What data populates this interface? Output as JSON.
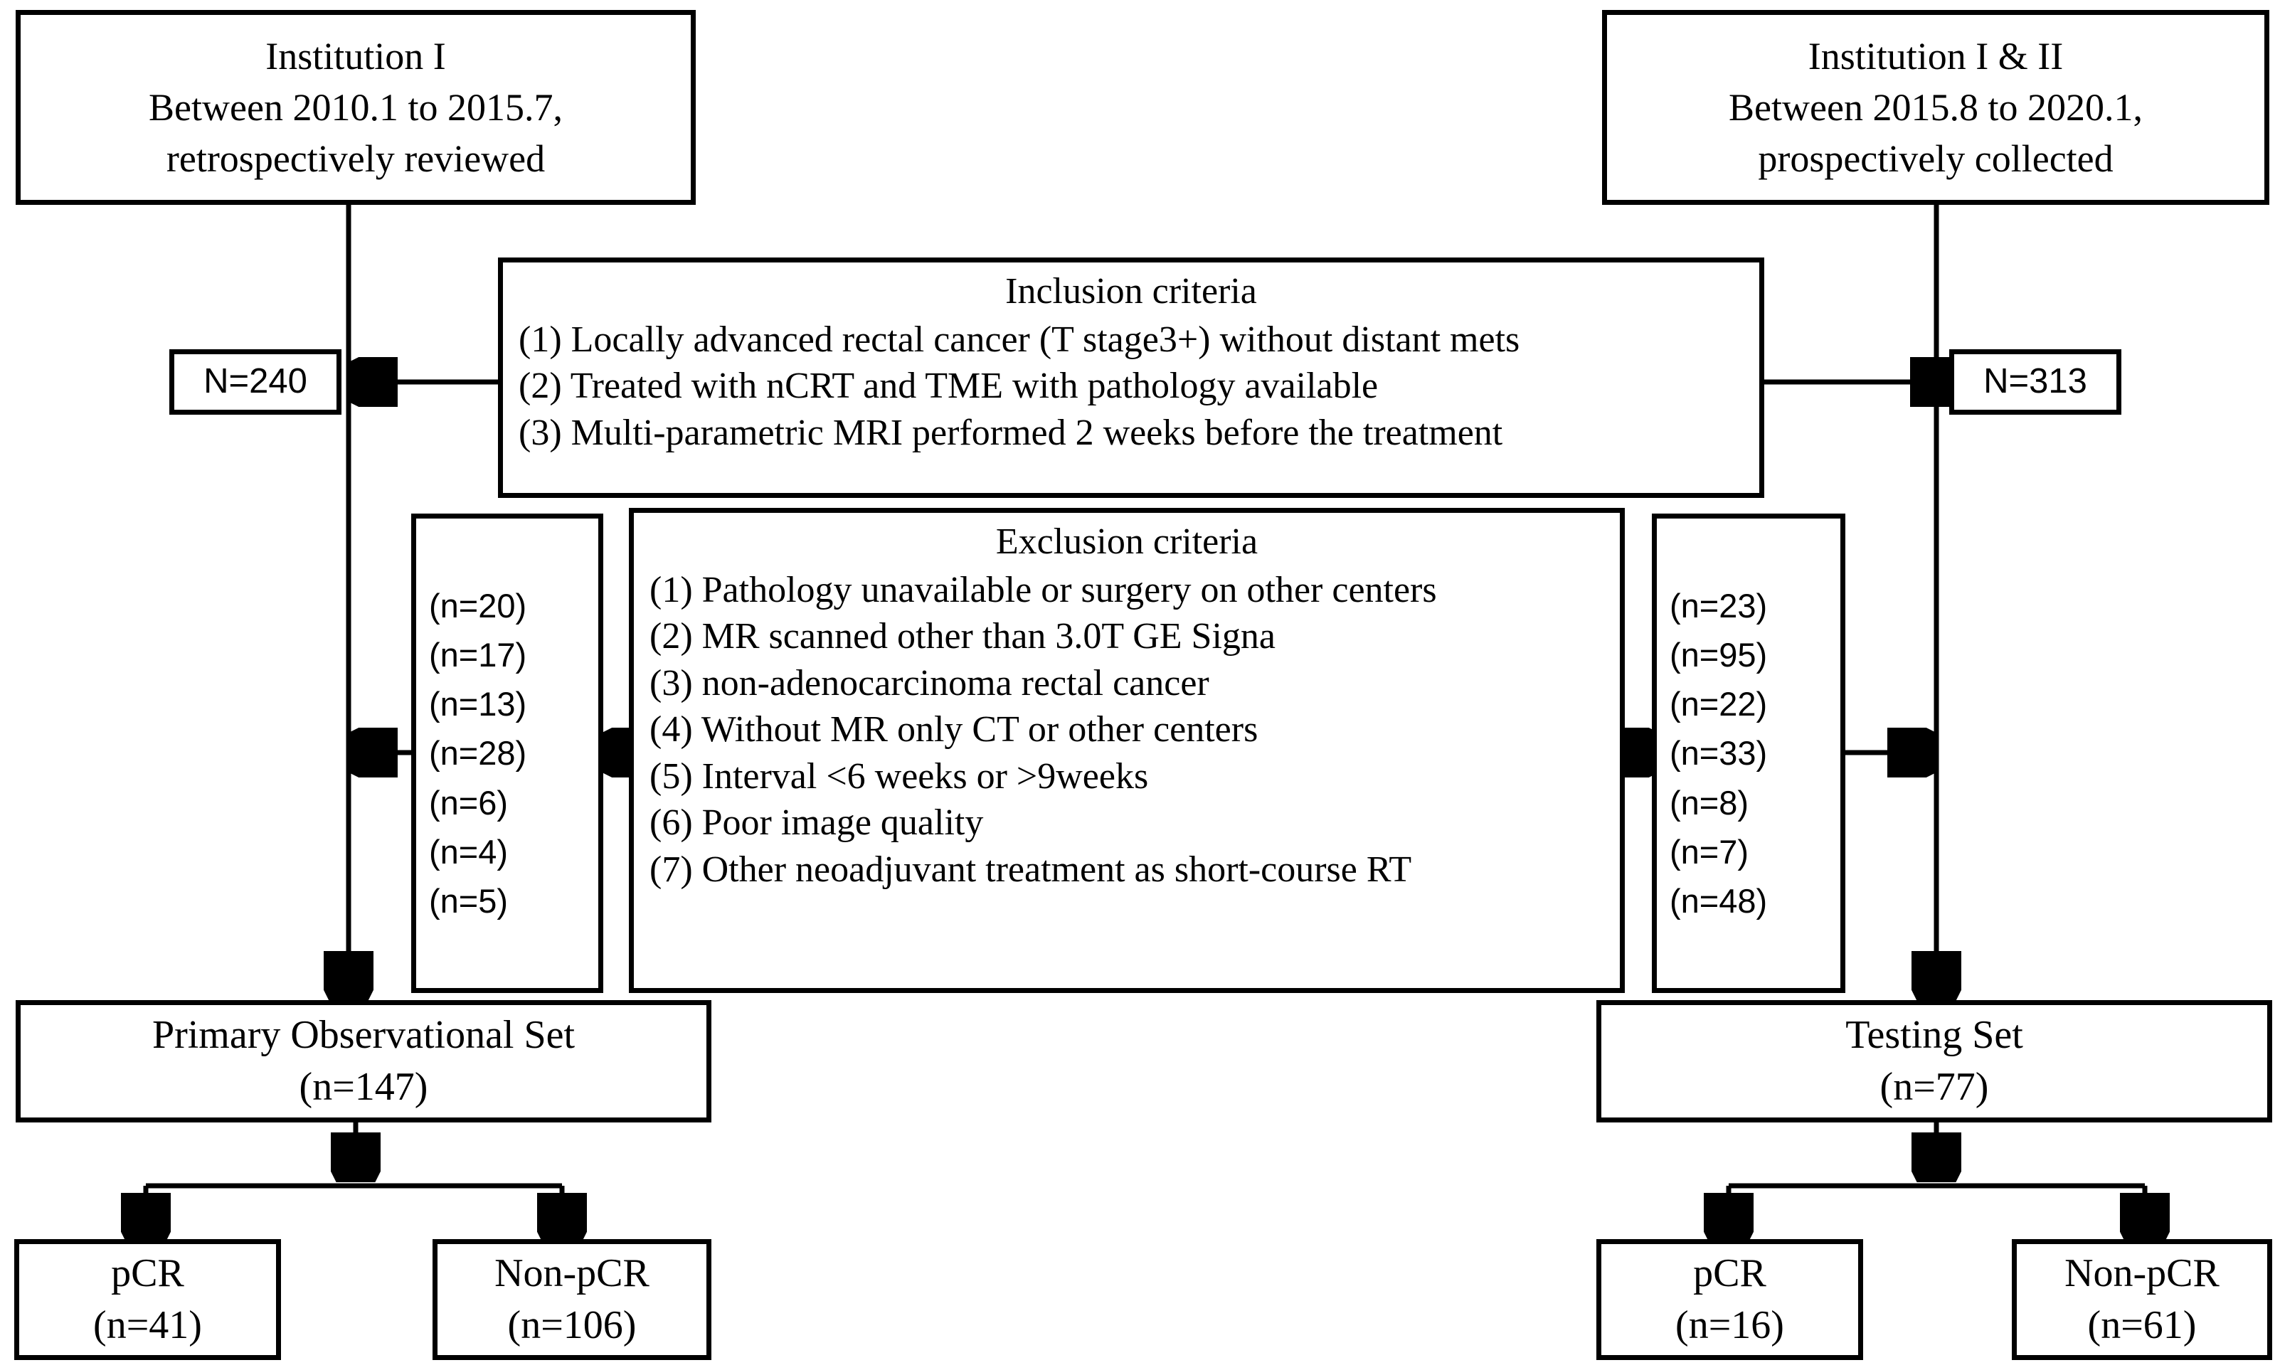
{
  "figure": {
    "type": "flowchart",
    "title": "Patient enrollment flow diagram"
  },
  "sources": {
    "left": {
      "line1": "Institution I",
      "line2": "Between 2010.1 to 2015.7,",
      "line3": "retrospectively reviewed"
    },
    "right": {
      "line1": "Institution I & II",
      "line2": "Between 2015.8 to 2020.1,",
      "line3": "prospectively collected"
    }
  },
  "counts": {
    "left_total": "N=240",
    "right_total": "N=313"
  },
  "inclusion": {
    "title": "Inclusion criteria",
    "items": [
      "(1) Locally advanced rectal cancer (T stage3+) without distant mets",
      "(2) Treated with nCRT and TME with pathology available",
      "(3) Multi-parametric MRI performed 2 weeks before the treatment"
    ]
  },
  "exclusion": {
    "title": "Exclusion criteria",
    "items": [
      "(1) Pathology unavailable or surgery on other centers",
      "(2) MR scanned other than 3.0T GE Signa",
      "(3) non-adenocarcinoma rectal cancer",
      "(4) Without MR only CT or other centers",
      "(5) Interval <6 weeks or >9weeks",
      "(6) Poor image quality",
      "(7) Other neoadjuvant treatment as short-course RT"
    ],
    "left_counts": [
      "(n=20)",
      "(n=17)",
      "(n=13)",
      "(n=28)",
      "(n=6)",
      "(n=4)",
      "(n=5)"
    ],
    "right_counts": [
      "(n=23)",
      "(n=95)",
      "(n=22)",
      "(n=33)",
      "(n=8)",
      "(n=7)",
      "(n=48)"
    ]
  },
  "cohorts": {
    "primary": {
      "name": "Primary Observational Set",
      "count": "(n=147)",
      "pcr": {
        "label": "pCR",
        "count": "(n=41)"
      },
      "non_pcr": {
        "label": "Non-pCR",
        "count": "(n=106)"
      }
    },
    "testing": {
      "name": "Testing Set",
      "count": "(n=77)",
      "pcr": {
        "label": "pCR",
        "count": "(n=16)"
      },
      "non_pcr": {
        "label": "Non-pCR",
        "count": "(n=61)"
      }
    }
  },
  "colors": {
    "stroke": "#000000",
    "background": "#ffffff"
  }
}
